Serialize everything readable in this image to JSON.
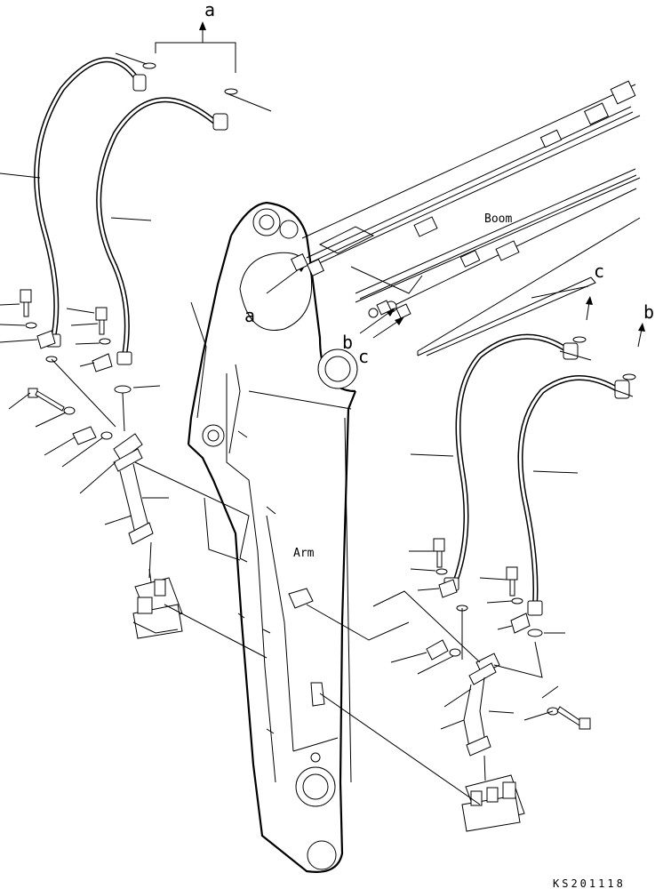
{
  "labels": {
    "boom": "Boom",
    "arm": "Arm",
    "drawing_code": "KS201118"
  },
  "connection_markers": {
    "a_top": "a",
    "a_boom": "a",
    "b_right": "b",
    "b_boom": "b",
    "c_right": "c",
    "c_boom": "c"
  }
}
